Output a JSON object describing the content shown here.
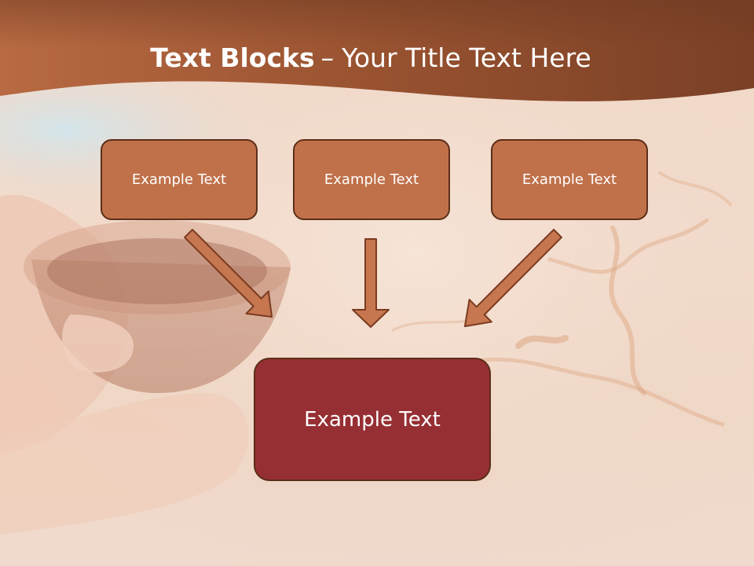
{
  "slide": {
    "title_bold": "Text Blocks",
    "title_dash": "–",
    "title_rest": "Your Title Text Here"
  },
  "blocks": [
    {
      "label": "Example Text"
    },
    {
      "label": "Example Text"
    },
    {
      "label": "Example Text"
    }
  ],
  "target_block": {
    "label": "Example Text"
  },
  "colors": {
    "header": "#8a4a2c",
    "block": "#c0714a",
    "target_block": "#962f33",
    "block_border": "#5b2e18",
    "arrow": "#c67750",
    "background": "#f2d9c8"
  }
}
